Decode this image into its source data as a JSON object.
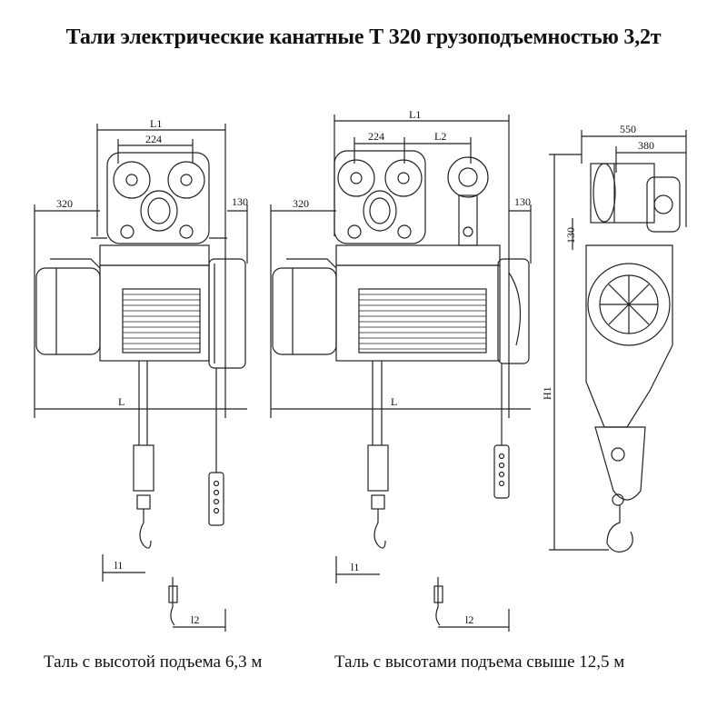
{
  "title": "Тали электрические канатные Т 320 грузоподъемностью 3,2т",
  "captions": {
    "left": "Таль с высотой подъема 6,3 м",
    "right": "Таль с высотами подъема свыше 12,5 м"
  },
  "dimensions": {
    "left_view": {
      "l1_top": "L1",
      "d224": "224",
      "d320": "320",
      "d130": "130",
      "L": "L",
      "l1_bottom": "l1",
      "l2": "l2"
    },
    "middle_view": {
      "L1": "L1",
      "d224": "224",
      "L2": "L2",
      "d320": "320",
      "d130": "130",
      "L": "L",
      "l1_bottom": "l1",
      "l2": "l2"
    },
    "side_view": {
      "d550": "550",
      "d380": "380",
      "d130": "130",
      "H1": "H1"
    }
  }
}
